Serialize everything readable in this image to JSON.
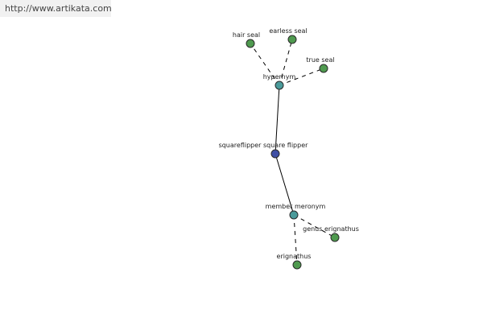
{
  "watermark": {
    "text": "http://www.artikata.com"
  },
  "colors": {
    "leaf": "#4f9a4f",
    "relation": "#4a9a9a",
    "root": "#3f4fa5"
  },
  "nodes": {
    "hair_seal": {
      "label": "hair seal",
      "kind": "leaf"
    },
    "earless_seal": {
      "label": "earless seal",
      "kind": "leaf"
    },
    "true_seal": {
      "label": "true seal",
      "kind": "leaf"
    },
    "hypernym": {
      "label": "hypernym",
      "kind": "relation"
    },
    "root": {
      "label": "squareflipper square flipper",
      "kind": "root"
    },
    "member_meronym": {
      "label": "member meronym",
      "kind": "relation"
    },
    "genus_erignathus": {
      "label": "genus erignathus",
      "kind": "leaf"
    },
    "erignathus": {
      "label": "erignathus",
      "kind": "leaf"
    }
  },
  "edges": [
    {
      "from": "hypernym",
      "to": "hair_seal",
      "style": "dashed"
    },
    {
      "from": "hypernym",
      "to": "earless_seal",
      "style": "dashed"
    },
    {
      "from": "hypernym",
      "to": "true_seal",
      "style": "dashed"
    },
    {
      "from": "root",
      "to": "hypernym",
      "style": "solid"
    },
    {
      "from": "root",
      "to": "member_meronym",
      "style": "solid"
    },
    {
      "from": "member_meronym",
      "to": "genus_erignathus",
      "style": "dashed"
    },
    {
      "from": "member_meronym",
      "to": "erignathus",
      "style": "dashed"
    }
  ]
}
